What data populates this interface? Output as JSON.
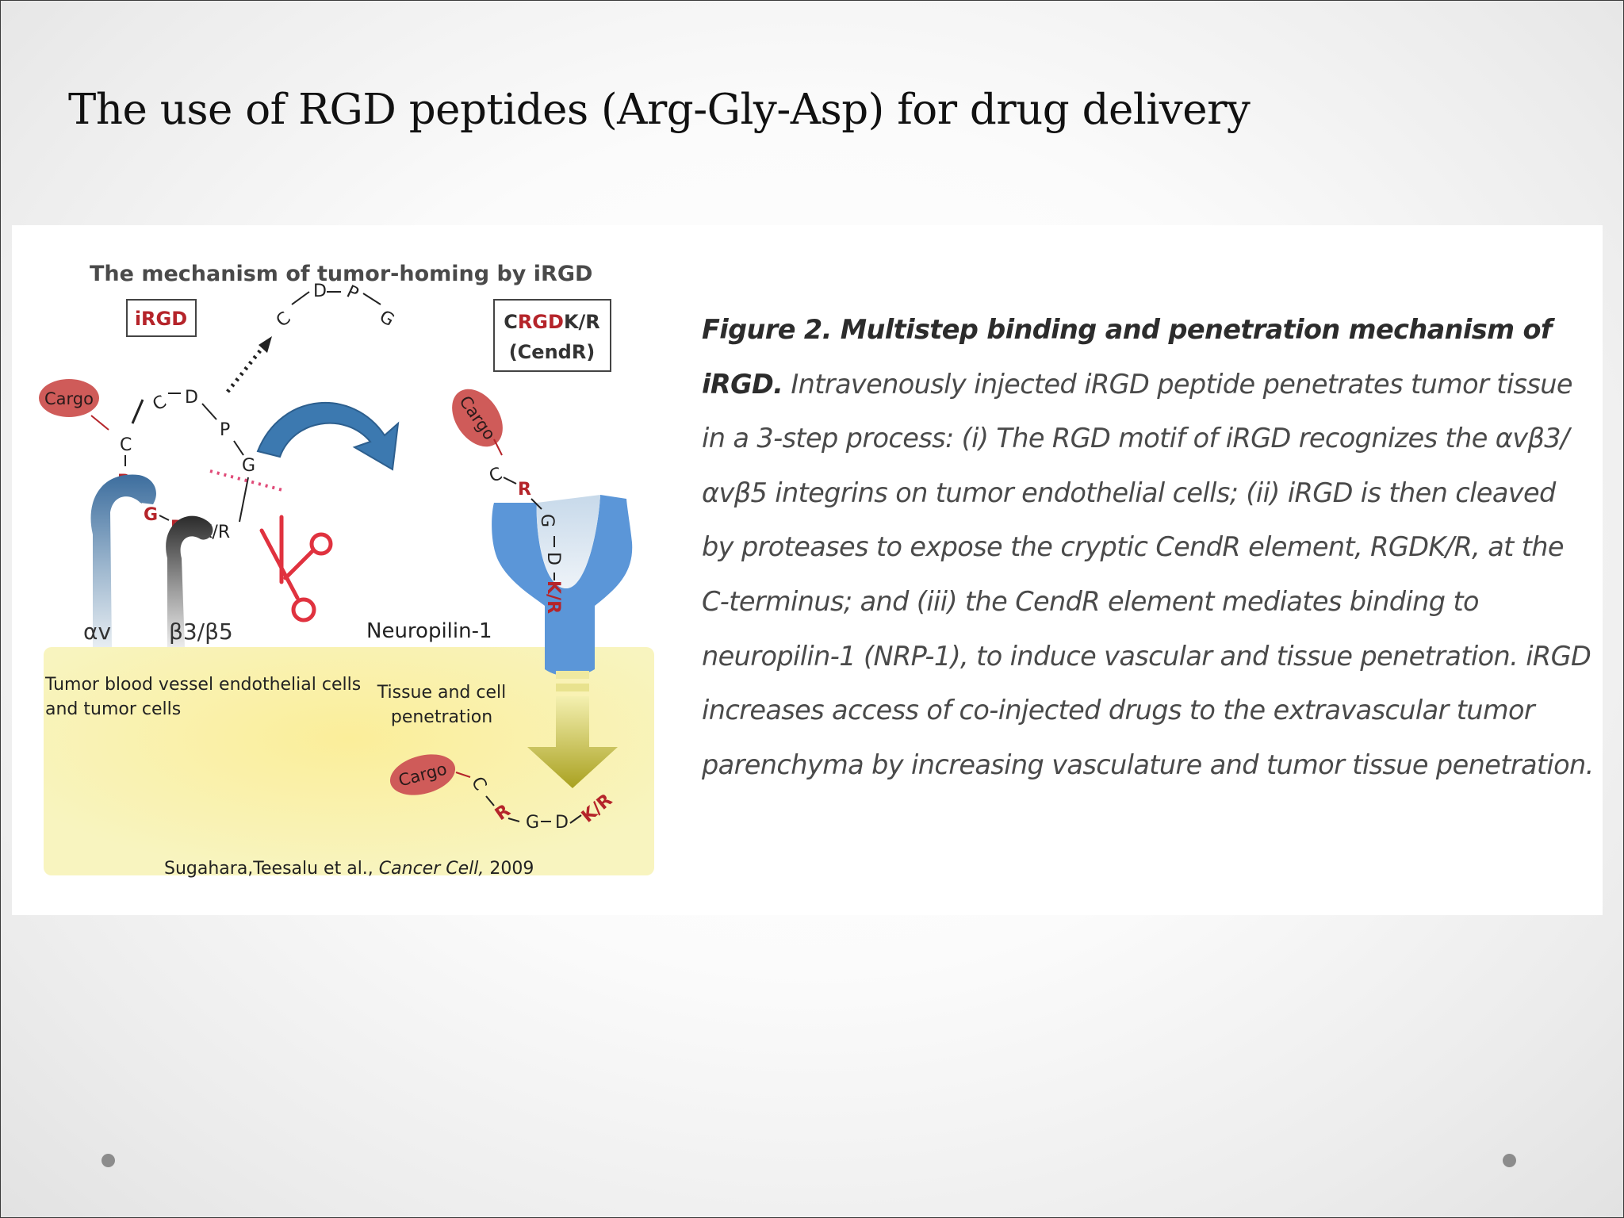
{
  "slide": {
    "title": "The use of RGD peptides (Arg-Gly-Asp) for drug delivery"
  },
  "diagram": {
    "heading": "The mechanism of tumor-homing by iRGD",
    "irgd_box": "iRGD",
    "crgdk": {
      "line1_prefix": "C",
      "line1_mid": "RGD",
      "line1_suffix": "K/R",
      "line2": "(CendR)"
    },
    "cargo_label": "Cargo",
    "cleaved_fragment": {
      "c": "C",
      "d": "D",
      "p": "P",
      "g": "G"
    },
    "cyclic_peptide": {
      "c1": "C",
      "d": "D",
      "p": "P",
      "g": "G",
      "c2": "C",
      "r": "R",
      "g2": "G",
      "d2": "D",
      "kr": "K/R"
    },
    "bound_peptide": {
      "c": "C",
      "r": "R",
      "g": "G",
      "d": "D",
      "kr": "K/R"
    },
    "released_peptide": {
      "c": "C",
      "r": "R",
      "g": "G",
      "d": "D",
      "kr": "K/R"
    },
    "alpha_v": "αv",
    "beta": "β3/β5",
    "neuropilin": "Neuropilin-1",
    "endothelial_line1": "Tumor blood vessel endothelial cells",
    "endothelial_line2": "and tumor cells",
    "penetration_line1": "Tissue and cell",
    "penetration_line2": "penetration",
    "citation_authors": "Sugahara,Teesalu et al., ",
    "citation_journal": "Cancer Cell,",
    "citation_year": " 2009",
    "colors": {
      "cargo": "#cf5b59",
      "rgd_red": "#b5242a",
      "neuropilin_blue": "#5b96d8",
      "tissue_yellow": "#f7f0a8",
      "arrow_olive": "#b8b02a",
      "scissors_red": "#e0323f",
      "curved_arrow_blue": "#3c79b0"
    }
  },
  "caption": {
    "title": "Figure 2. Multistep binding and penetration mechanism of iRGD.",
    "body": " Intravenously injected iRGD peptide penetrates tumor tissue in a 3-step process: (i) The RGD motif of iRGD recognizes the αvβ3/ αvβ5 integrins on tumor endothelial cells; (ii) iRGD is then cleaved by proteases to expose the cryptic CendR element, RGDK/R, at the C-terminus; and (iii) the CendR element mediates binding to neuropilin-1 (NRP-1), to induce vascular and tissue penetration. iRGD increases access of co-injected drugs to the extravascular tumor parenchyma by increasing vasculature and tumor tissue penetration."
  }
}
